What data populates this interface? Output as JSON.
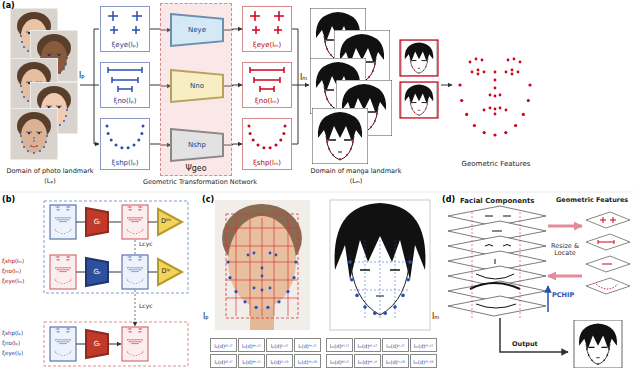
{
  "diagram": {
    "nodes": [
      {
        "text": [
          "ξeye(lₚ)"
        ]
      },
      {
        "text": [
          "ξno(lₚ)"
        ]
      },
      {
        "text": [
          "ξshp(lₚ)"
        ]
      },
      {
        "text": [
          "Ψgeo"
        ]
      },
      {
        "text": [
          "Neye"
        ],
        "in": 3
      },
      {
        "text": [
          "Nno"
        ],
        "in": 3
      },
      {
        "text": [
          "Nshp"
        ],
        "in": 3
      },
      {
        "text": [
          "ξeye(lₘ)"
        ]
      },
      {
        "text": [
          "ξno(lₘ)"
        ]
      },
      {
        "text": [
          "ξshp(lₘ)"
        ]
      },
      {
        "text": [
          "Gₗ"
        ]
      },
      {
        "text": [
          "Dˡᵐ"
        ]
      },
      {
        "text": [
          "Gᵣ"
        ]
      },
      {
        "text": [
          "Dˡᵖ"
        ]
      },
      {
        "text": [
          "Gₗ"
        ]
      }
    ],
    "edges": [
      {
        "from": 0,
        "to": 4,
        "arrow": "to"
      },
      {
        "from": 1,
        "to": 5,
        "arrow": "to"
      },
      {
        "from": 2,
        "to": 6,
        "arrow": "to"
      },
      {
        "from": 4,
        "to": 7,
        "arrow": "to"
      },
      {
        "from": 5,
        "to": 8,
        "arrow": "to"
      },
      {
        "from": 6,
        "to": 9,
        "arrow": "to"
      }
    ],
    "labels": [
      "(a)",
      "Domain of photo landmark",
      "(Lₚ)",
      "lₚ",
      "Geometric Transformation Network",
      "lₘ",
      "Domain of manga landmark",
      "(Lₘ)",
      "Geometric Features",
      "(b)",
      "ξshp(lₘ)",
      "ξno(lₘ)",
      "ξeye(lₘ)",
      "ξshp(lₚ)",
      "ξno(lₚ)",
      "ξeye(lₚ)",
      "Lcyc",
      "Lcyc",
      "(c)",
      "lₚ",
      "lₘ",
      "lₚ(d)ᵉˡ·ᶜᵗ",
      "lₚ(d)ᵉʳ·ᶜᵗ",
      "lₚ(d)ⁿ·ᶜᵗ",
      "lₚ(d)ᵐ·ᶜᵗ",
      "lₚ(d)ᵉˡ·ᶜˡ",
      "lₚ(d)ᵉʳ·ᶜʳ",
      "lₚ(d)ⁿ·ᶜᵇ",
      "lₚ(d)ᵐ·ᶜᵇ",
      "lₘ(d)ᵉˡ·ᶜᵗ",
      "lₘ(d)ᵉʳ·ᶜᵗ",
      "lₘ(d)ⁿ·ᶜᵗ",
      "lₘ(d)ᵐ·ᶜᵗ",
      "lₘ(d)ᵉˡ·ᶜˡ",
      "lₘ(d)ᵉʳ·ᶜʳ",
      "lₘ(d)ⁿ·ᶜᵇ",
      "lₘ(d)ᵐ·ᶜᵇ",
      "(d)",
      "Facial Components",
      "Geometric Features",
      "Resize & Locate",
      "PCHIP",
      "Output"
    ]
  }
}
